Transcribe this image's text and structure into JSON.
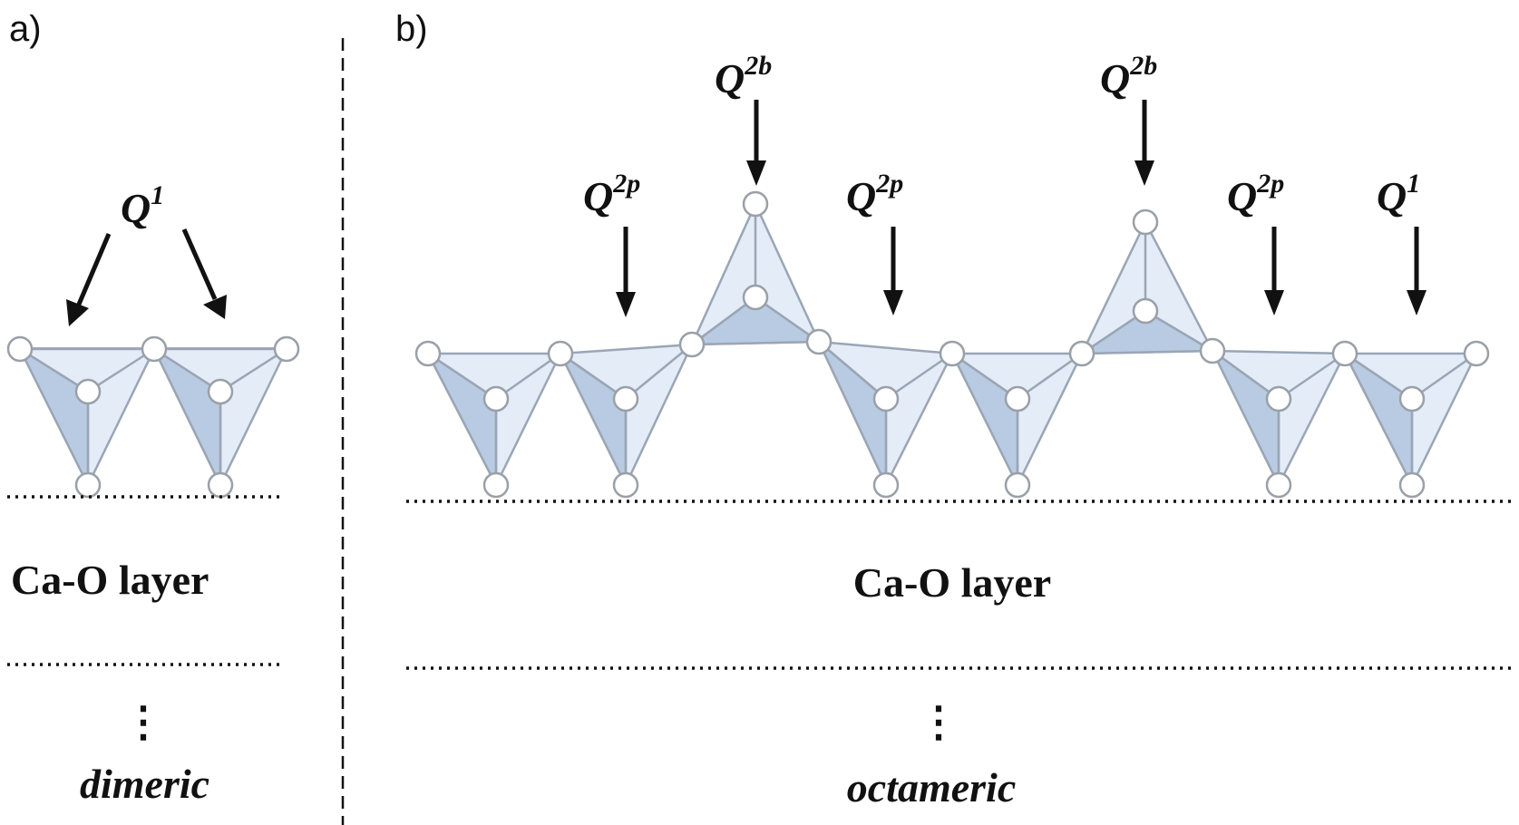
{
  "panels": {
    "a": {
      "label": "a)",
      "q_label": {
        "base": "Q",
        "sup": "1"
      },
      "layer_label": "Ca-O layer",
      "continuation": "⋮",
      "chain_label": "dimeric"
    },
    "b": {
      "label": "b)",
      "q_labels": [
        {
          "base": "Q",
          "sup": "2p"
        },
        {
          "base": "Q",
          "sup": "2b"
        },
        {
          "base": "Q",
          "sup": "2p"
        },
        {
          "base": "Q",
          "sup": "2b"
        },
        {
          "base": "Q",
          "sup": "2p"
        },
        {
          "base": "Q",
          "sup": "1"
        }
      ],
      "layer_label": "Ca-O layer",
      "continuation": "⋮",
      "chain_label": "octameric"
    }
  },
  "colors": {
    "tetrahedron_light": "#e4ecf7",
    "tetrahedron_dark": "#b9cbe2",
    "edge": "#9aa6b5",
    "text": "#111111"
  }
}
